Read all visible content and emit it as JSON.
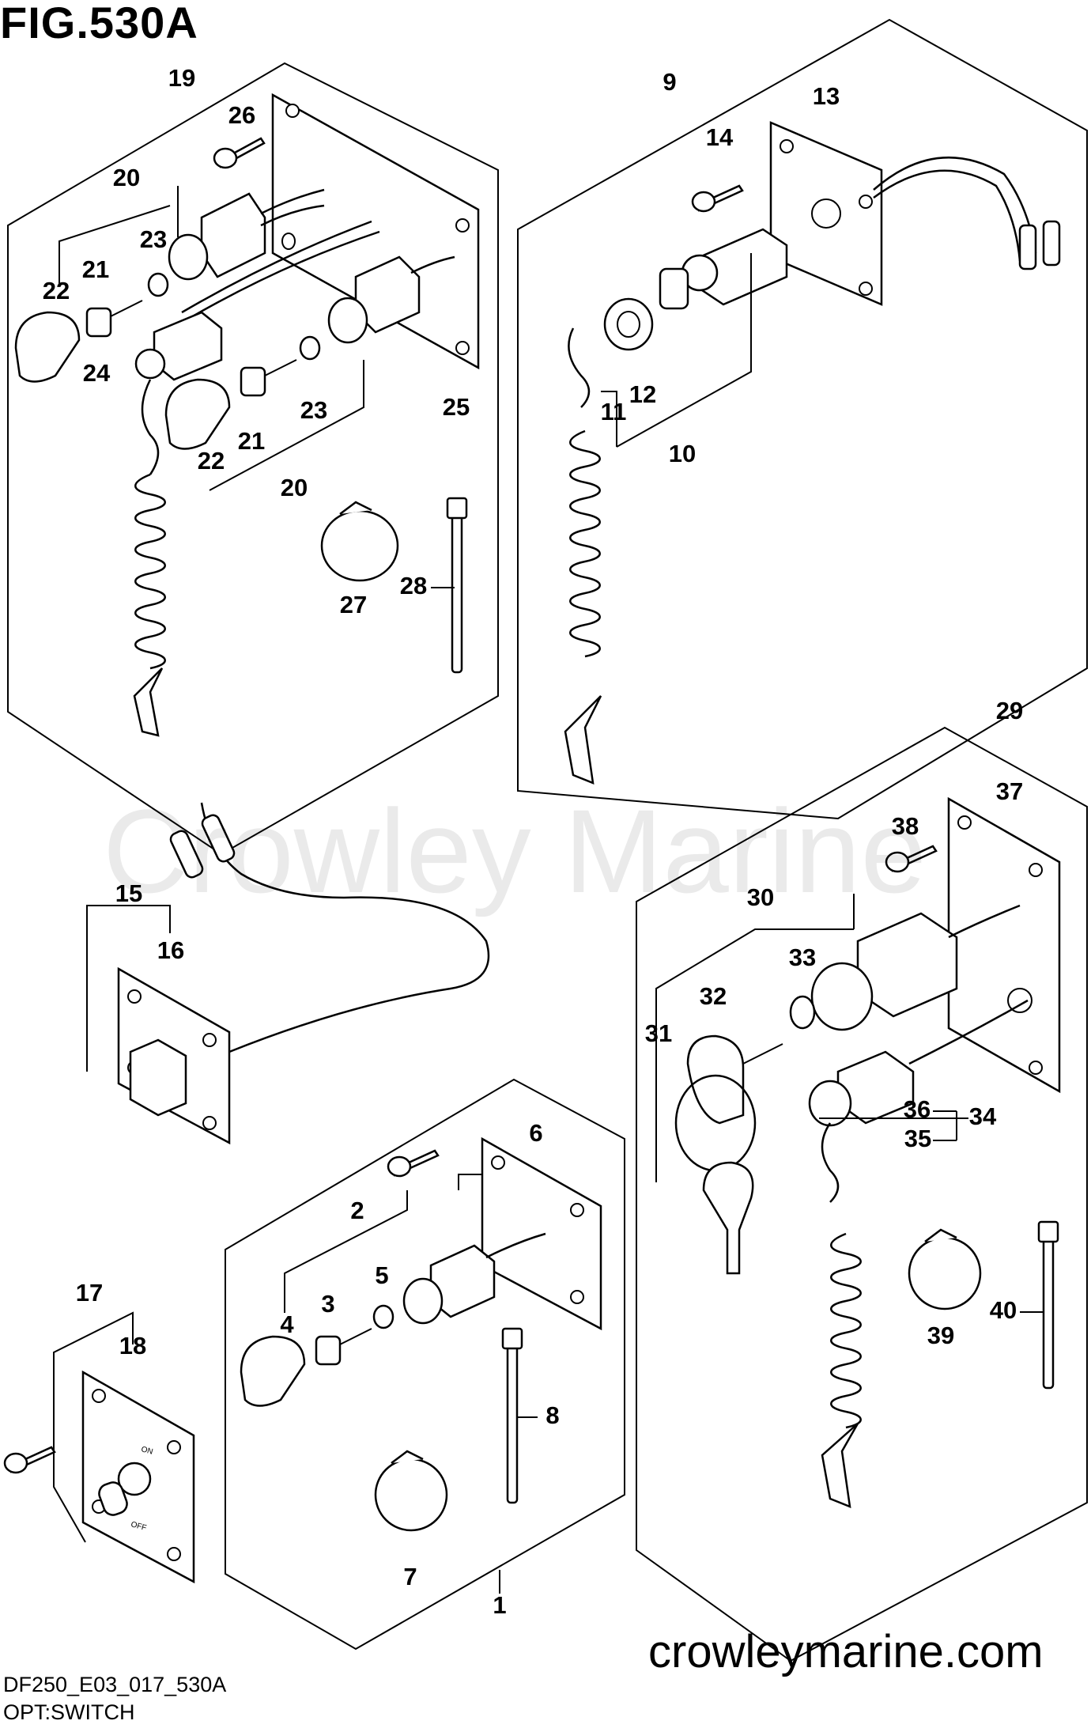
{
  "figure_title": "FIG.530A",
  "watermark": "Crowley Marine",
  "website": "crowleymarine.com",
  "diagram_code": "DF250_E03_017_530A",
  "subtitle": "OPT:SWITCH",
  "callouts": [
    "1",
    "2",
    "3",
    "4",
    "5",
    "6",
    "7",
    "8",
    "9",
    "10",
    "11",
    "12",
    "13",
    "14",
    "15",
    "16",
    "17",
    "18",
    "19",
    "20",
    "20",
    "21",
    "21",
    "22",
    "22",
    "23",
    "23",
    "24",
    "25",
    "26",
    "27",
    "28",
    "29",
    "30",
    "31",
    "32",
    "33",
    "34",
    "35",
    "36",
    "37",
    "38",
    "39",
    "40"
  ],
  "panel_marks": {
    "on": "ON",
    "off": "OFF"
  }
}
